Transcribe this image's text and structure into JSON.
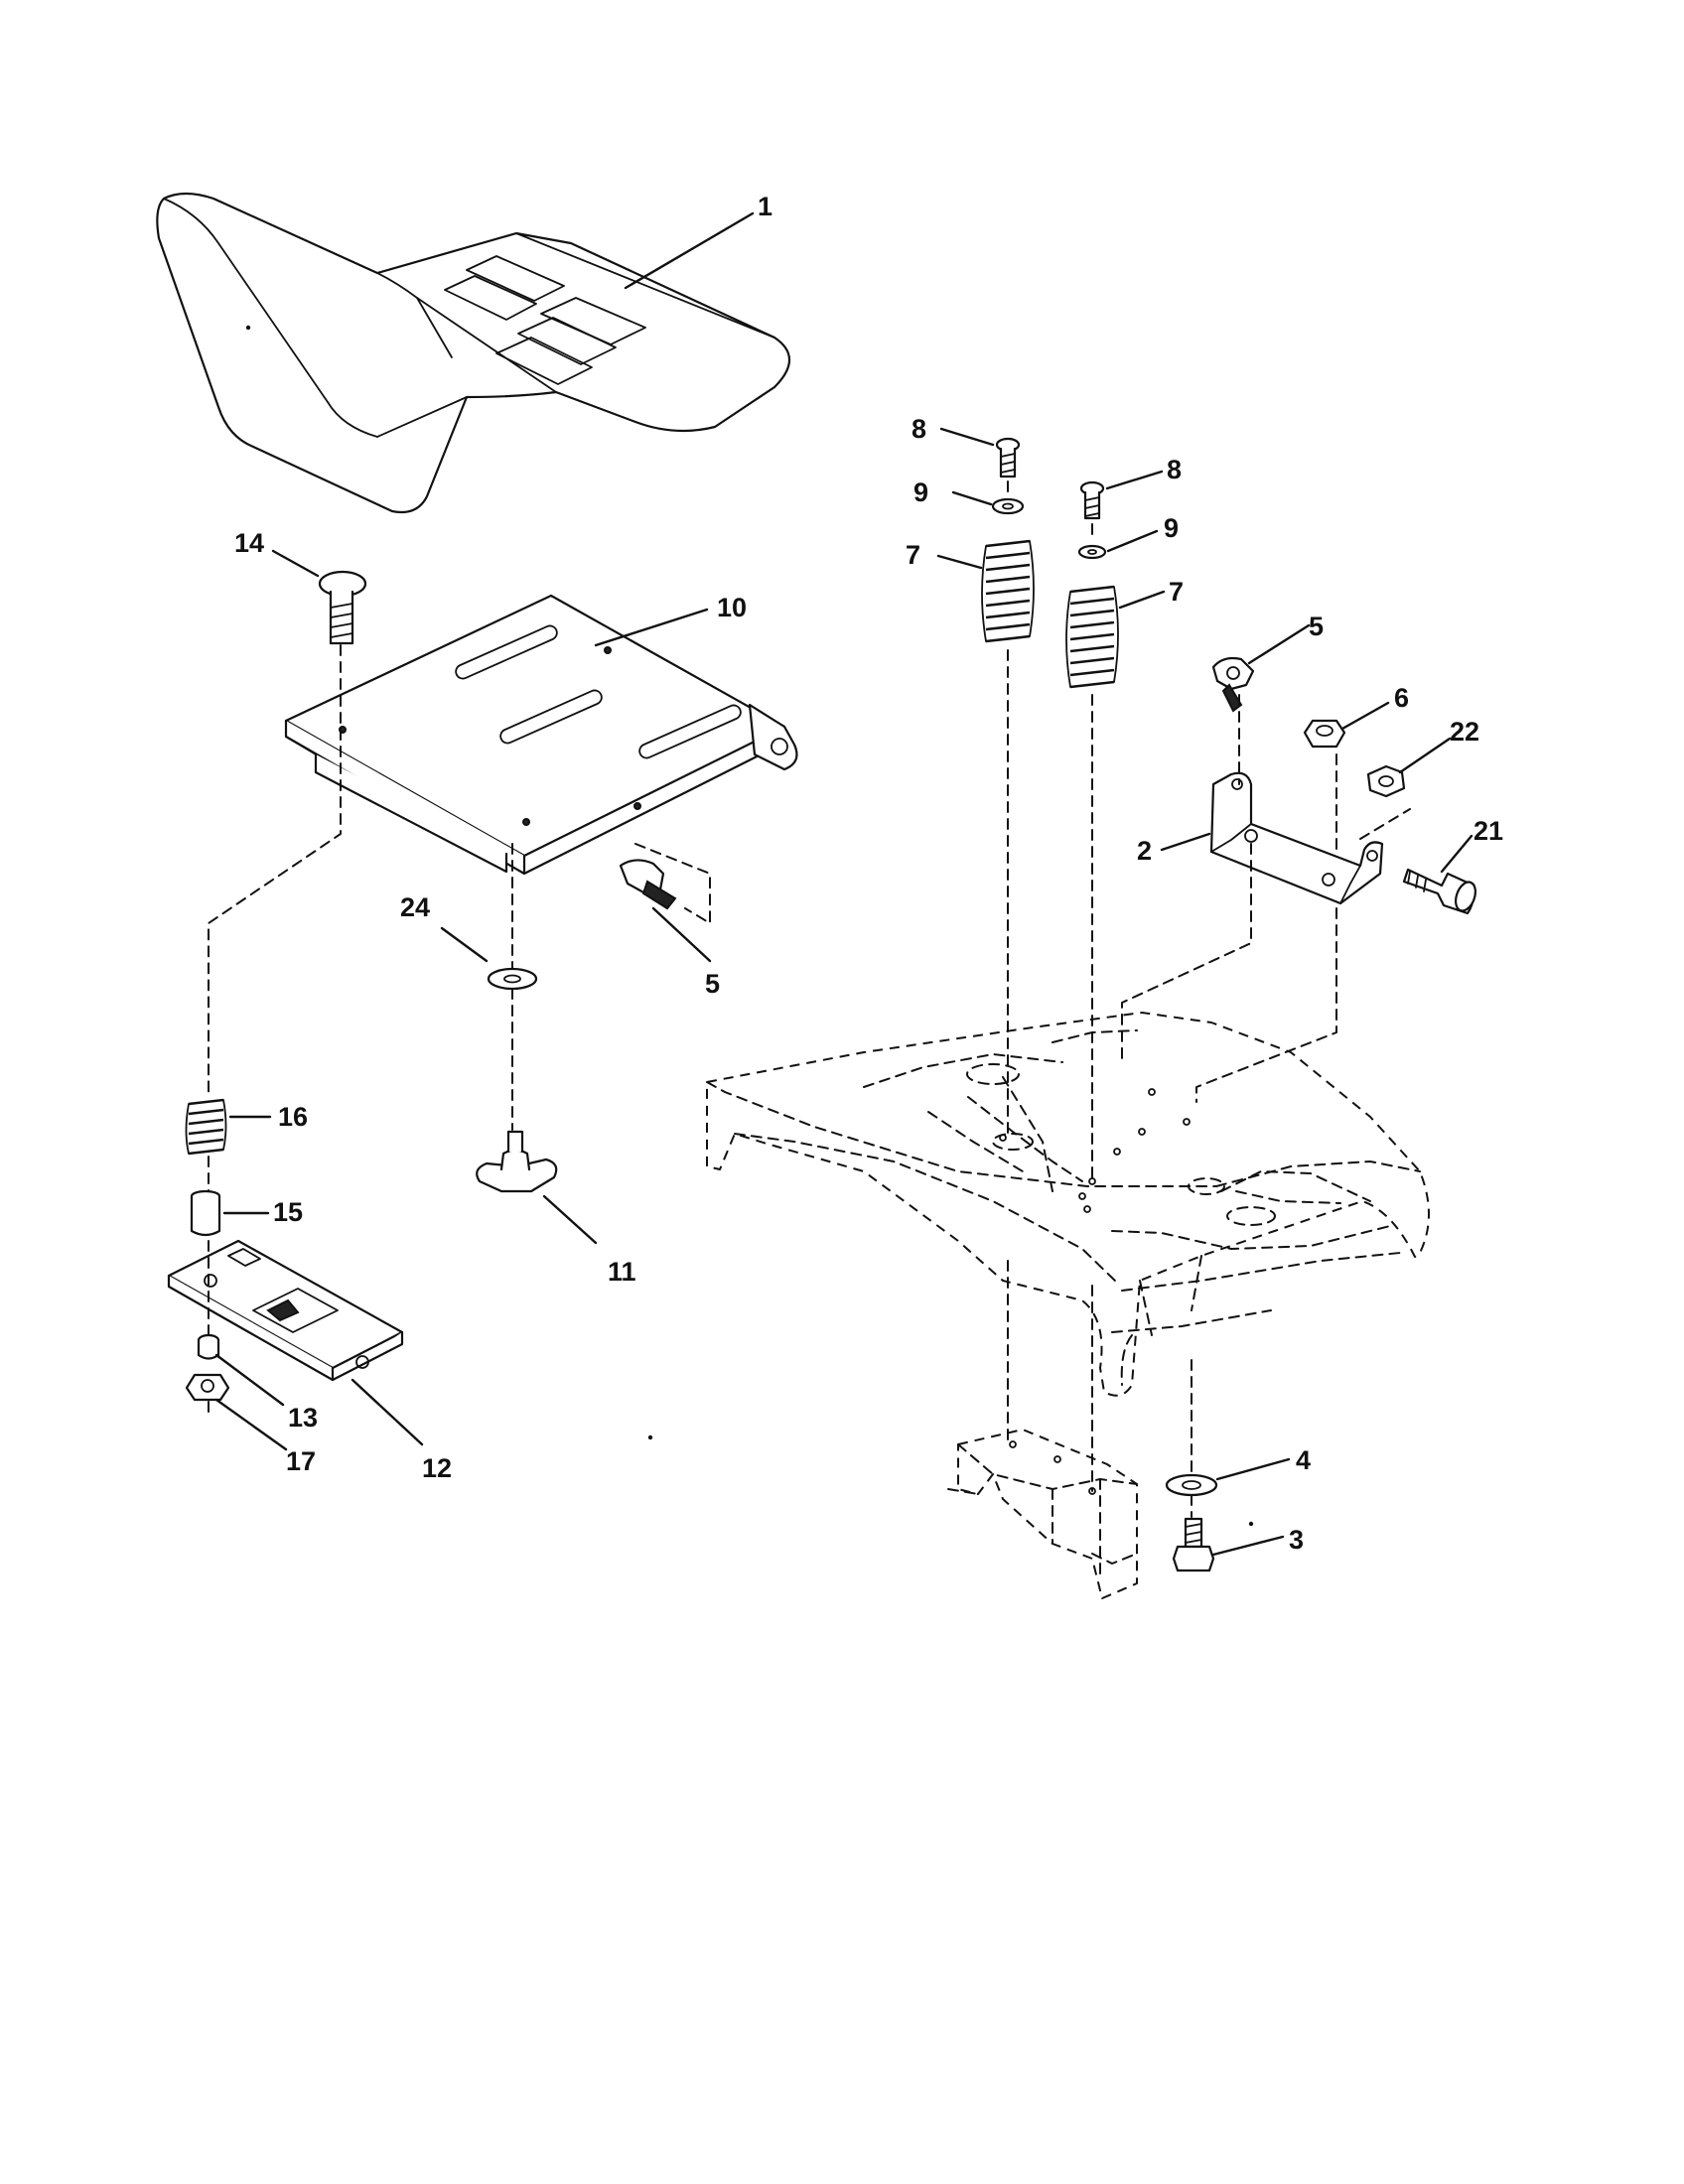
{
  "callouts": {
    "c1": "1",
    "c2": "2",
    "c3": "3",
    "c4": "4",
    "c5a": "5",
    "c5b": "5",
    "c6": "6",
    "c7a": "7",
    "c7b": "7",
    "c8a": "8",
    "c8b": "8",
    "c9a": "9",
    "c9b": "9",
    "c10": "10",
    "c11": "11",
    "c12": "12",
    "c13": "13",
    "c14": "14",
    "c15": "15",
    "c16": "16",
    "c17": "17",
    "c21": "21",
    "c22": "22",
    "c24": "24"
  }
}
